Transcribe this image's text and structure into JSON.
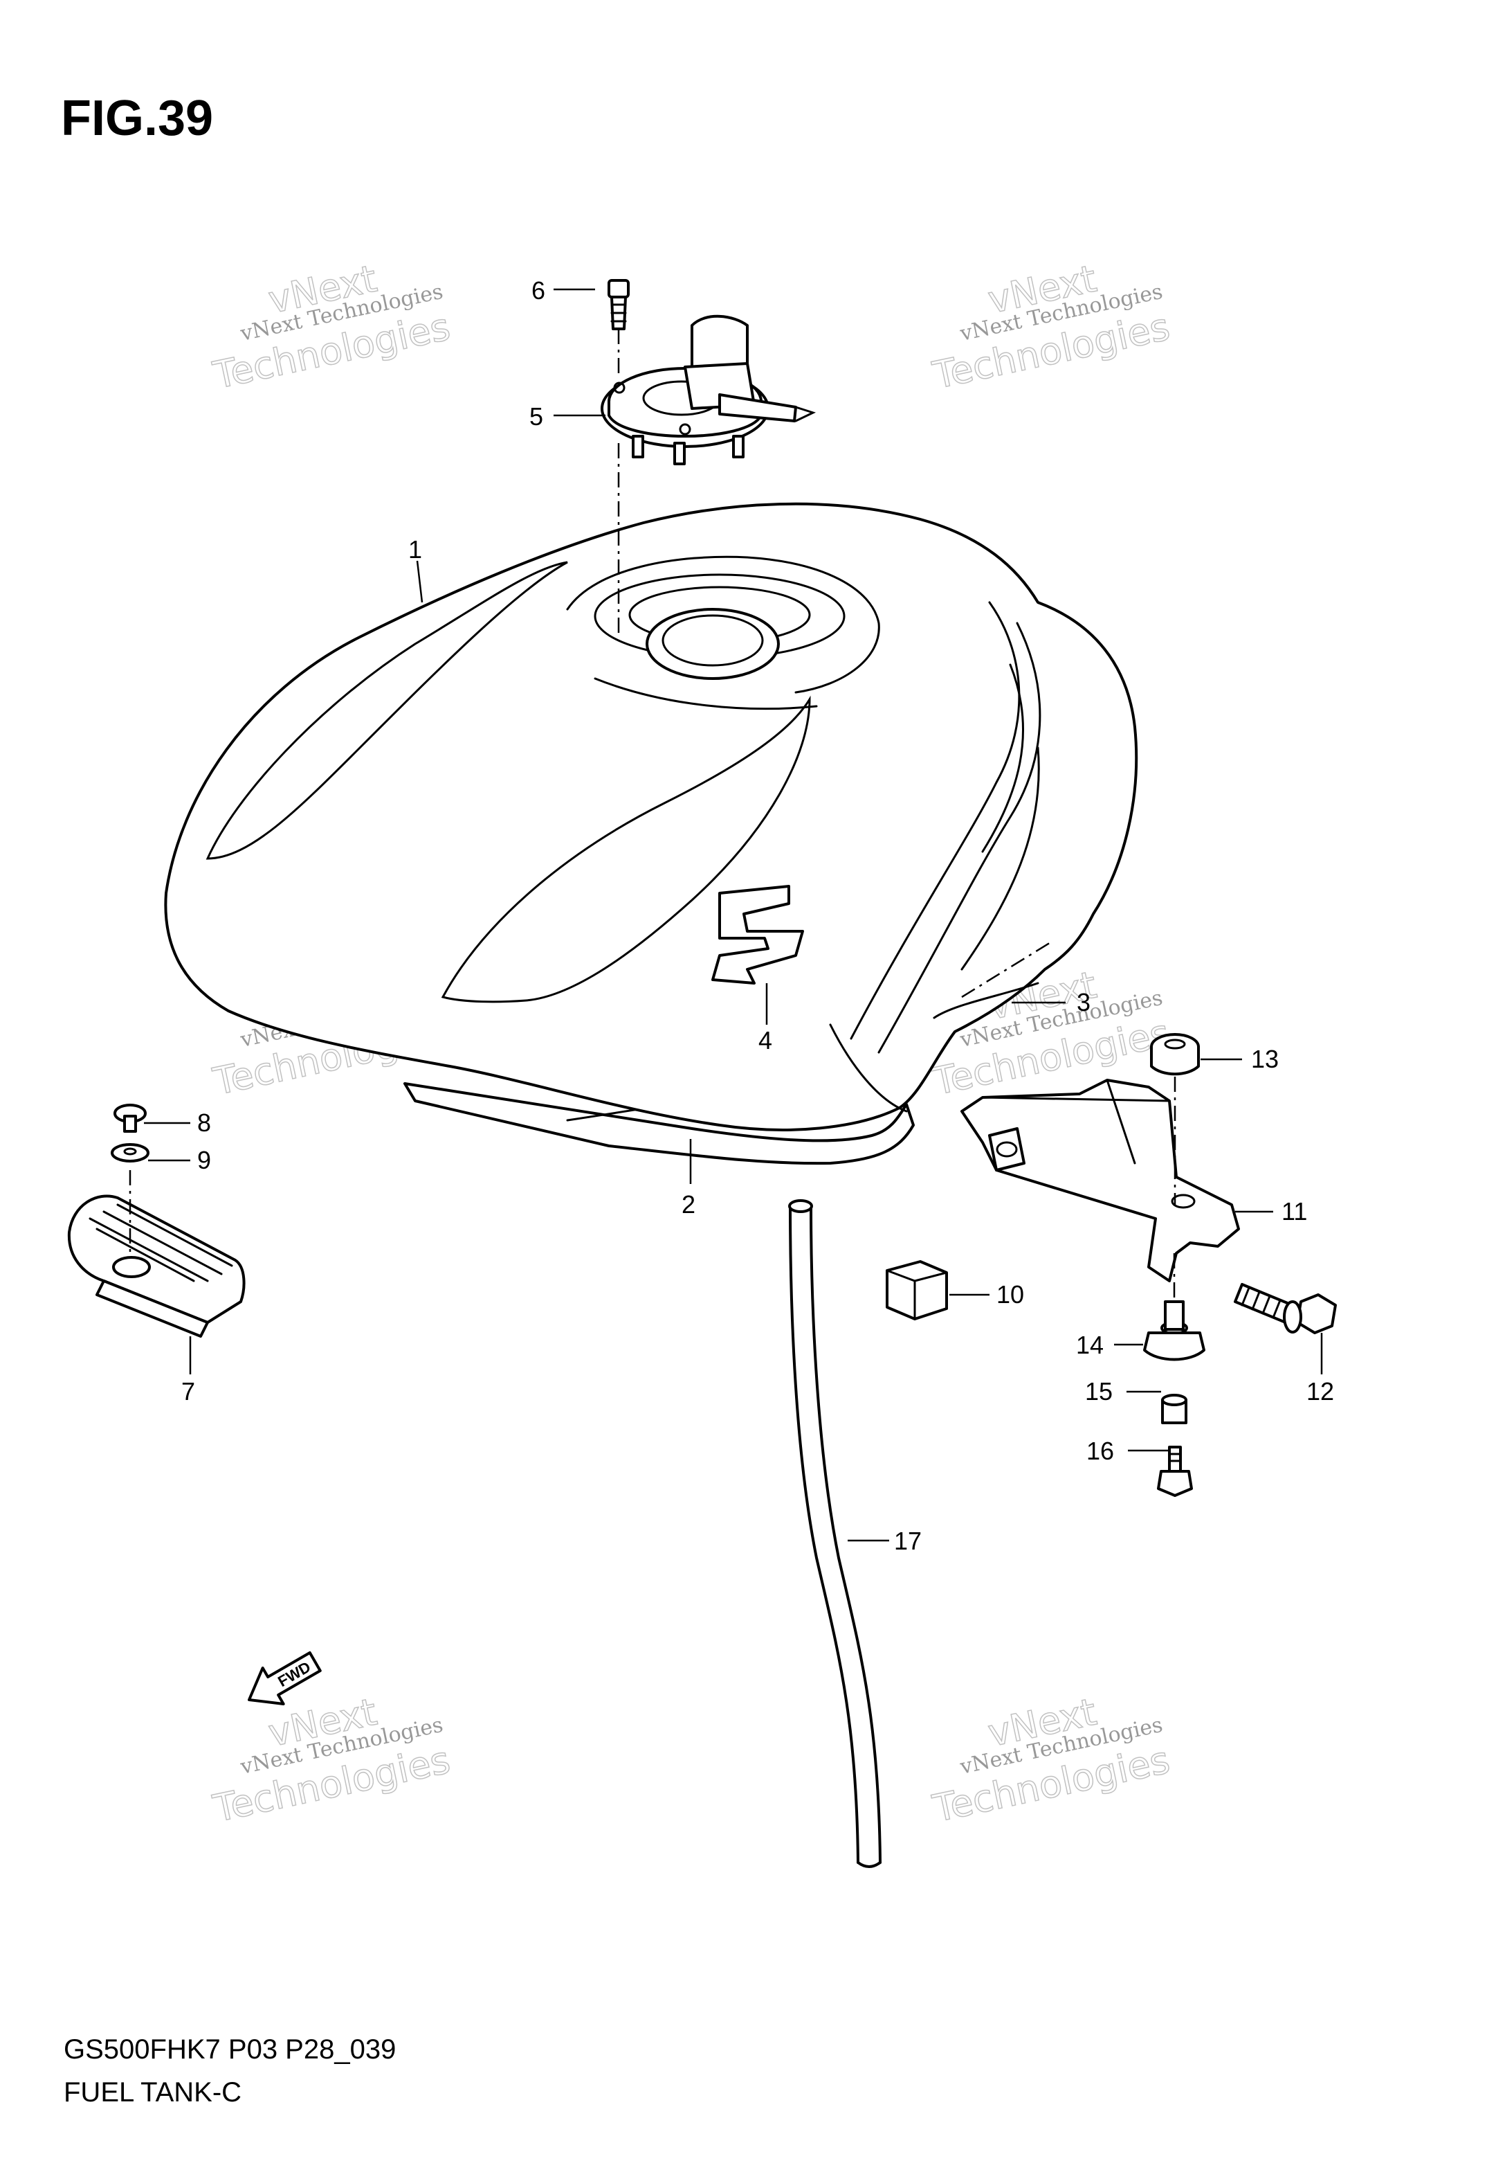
{
  "figure": {
    "title": "FIG.39",
    "model_code": "GS500FHK7 P03 P28_039",
    "name": "FUEL TANK-C"
  },
  "watermark": {
    "line1": "vNext Technologies",
    "line2": "vNext",
    "line3": "Technologies"
  },
  "fwd_label": "FWD",
  "callouts": {
    "c1": "1",
    "c2": "2",
    "c3": "3",
    "c4": "4",
    "c5": "5",
    "c6": "6",
    "c7": "7",
    "c8": "8",
    "c9": "9",
    "c10": "10",
    "c11": "11",
    "c12": "12",
    "c13": "13",
    "c14": "14",
    "c15": "15",
    "c16": "16",
    "c17": "17"
  }
}
